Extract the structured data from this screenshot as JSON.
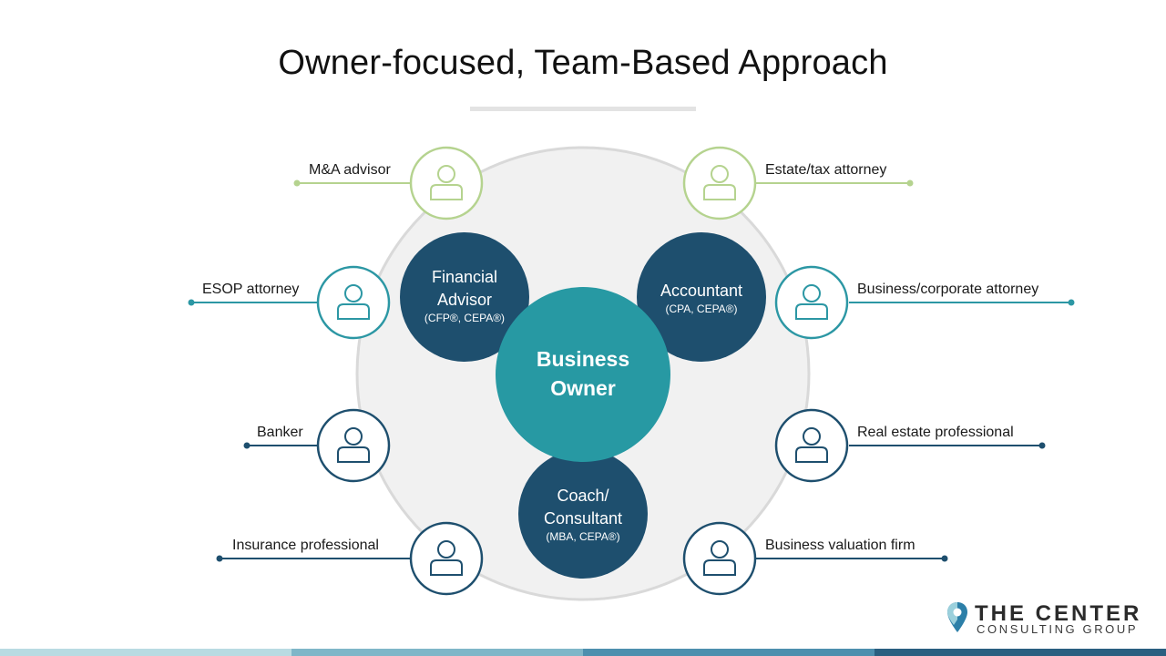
{
  "title": "Owner-focused, Team-Based Approach",
  "center": {
    "line1": "Business",
    "line2": "Owner"
  },
  "core_team": {
    "financial_advisor": {
      "line1": "Financial",
      "line2": "Advisor",
      "cred": "(CFP®, CEPA®)"
    },
    "accountant": {
      "line1": "Accountant",
      "cred": "(CPA, CEPA®)"
    },
    "coach": {
      "line1": "Coach/",
      "line2": "Consultant",
      "cred": "(MBA, CEPA®)"
    }
  },
  "professionals": {
    "ma_advisor": "M&A advisor",
    "esop_attorney": "ESOP attorney",
    "banker": "Banker",
    "insurance": "Insurance professional",
    "estate_tax_attorney": "Estate/tax attorney",
    "business_attorney": "Business/corporate attorney",
    "real_estate": "Real estate professional",
    "valuation_firm": "Business valuation firm"
  },
  "logo": {
    "main": "THE CENTER",
    "sub": "CONSULTING GROUP"
  },
  "colors": {
    "light_green": "#b5d38f",
    "teal": "#2c97a4",
    "navy": "#1e4f6e",
    "owner_circle": "#2799a3",
    "big_circle_fill": "#f1f1f1",
    "big_circle_stroke": "#d9d9d9"
  }
}
